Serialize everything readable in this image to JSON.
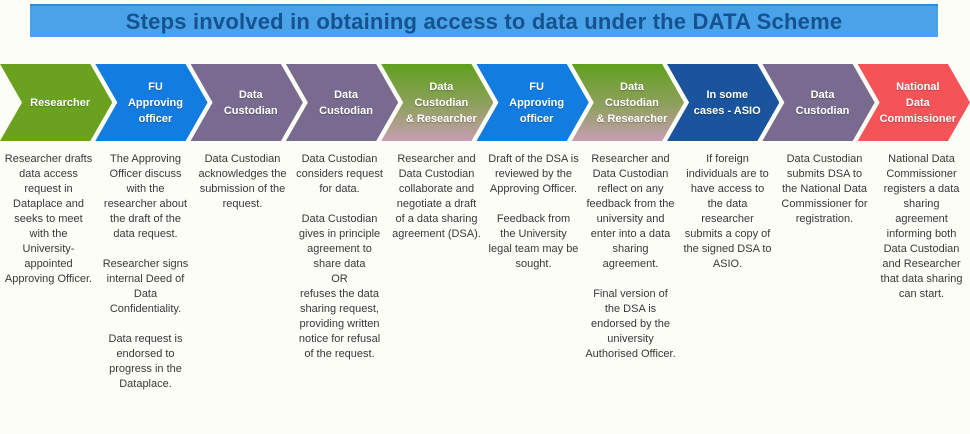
{
  "title": "Steps involved in obtaining access to data under the DATA Scheme",
  "colors": {
    "title_bg": "#4aa2e8",
    "title_text": "#15528f",
    "green": "#6aa21f",
    "blue": "#137ce0",
    "purple": "#796a90",
    "darkblue": "#1a549c",
    "red": "#f45458",
    "gradient_top": "#60a01e",
    "gradient_mid": "#90a060",
    "gradient_bottom": "#c79db3",
    "body_text": "#383838"
  },
  "steps": [
    {
      "label": "Researcher",
      "label_lines": [
        "Researcher"
      ],
      "color": "green",
      "paragraphs": [
        "Researcher drafts data access request in Dataplace and seeks to meet with the University-appointed Approving Officer."
      ]
    },
    {
      "label": "FU Approving officer",
      "label_lines": [
        "FU",
        "Approving",
        "officer"
      ],
      "color": "blue",
      "paragraphs": [
        "The Approving Officer discuss with the researcher about the draft of the data request.",
        "Researcher signs internal Deed of Data Confidentiality.",
        "Data request is endorsed to progress in the Dataplace."
      ]
    },
    {
      "label": "Data Custodian",
      "label_lines": [
        "Data",
        "Custodian"
      ],
      "color": "purple",
      "paragraphs": [
        "Data Custodian acknowledges the submission of the request."
      ]
    },
    {
      "label": "Data Custodian",
      "label_lines": [
        "Data",
        "Custodian"
      ],
      "color": "purple",
      "paragraphs": [
        "Data Custodian considers request for data.",
        "Data Custodian gives in principle agreement to share data\nOR\nrefuses the data sharing request, providing written notice for refusal of the request."
      ]
    },
    {
      "label": "Data Custodian & Researcher",
      "label_lines": [
        "Data",
        "Custodian",
        "& Researcher"
      ],
      "color": "gradient",
      "paragraphs": [
        "Researcher and Data Custodian collaborate and negotiate a draft of a data sharing agreement (DSA)."
      ]
    },
    {
      "label": "FU Approving officer",
      "label_lines": [
        "FU",
        "Approving",
        "officer"
      ],
      "color": "blue",
      "paragraphs": [
        "Draft of the DSA is reviewed by the Approving Officer.",
        "Feedback from the University legal team may be sought."
      ]
    },
    {
      "label": "Data Custodian & Researcher",
      "label_lines": [
        "Data",
        "Custodian",
        "& Researcher"
      ],
      "color": "gradient",
      "paragraphs": [
        "Researcher and Data Custodian reflect on any feedback from the university and enter into a data sharing agreement.",
        "Final version of the DSA is endorsed by the university Authorised Officer."
      ]
    },
    {
      "label": "In some cases - ASIO",
      "label_lines": [
        "In some",
        "cases - ASIO"
      ],
      "color": "darkblue",
      "paragraphs": [
        "If foreign individuals are to have access to the data researcher submits a copy of the signed DSA to ASIO."
      ]
    },
    {
      "label": "Data Custodian",
      "label_lines": [
        "Data",
        "Custodian"
      ],
      "color": "purple",
      "paragraphs": [
        "Data Custodian submits DSA to the National Data Commissioner for registration."
      ]
    },
    {
      "label": "National Data Commissioner",
      "label_lines": [
        "National",
        "Data",
        "Commissioner"
      ],
      "color": "red",
      "paragraphs": [
        "National Data Commissioner registers a data sharing agreement informing both Data Custodian and Researcher that data sharing can start."
      ]
    }
  ]
}
